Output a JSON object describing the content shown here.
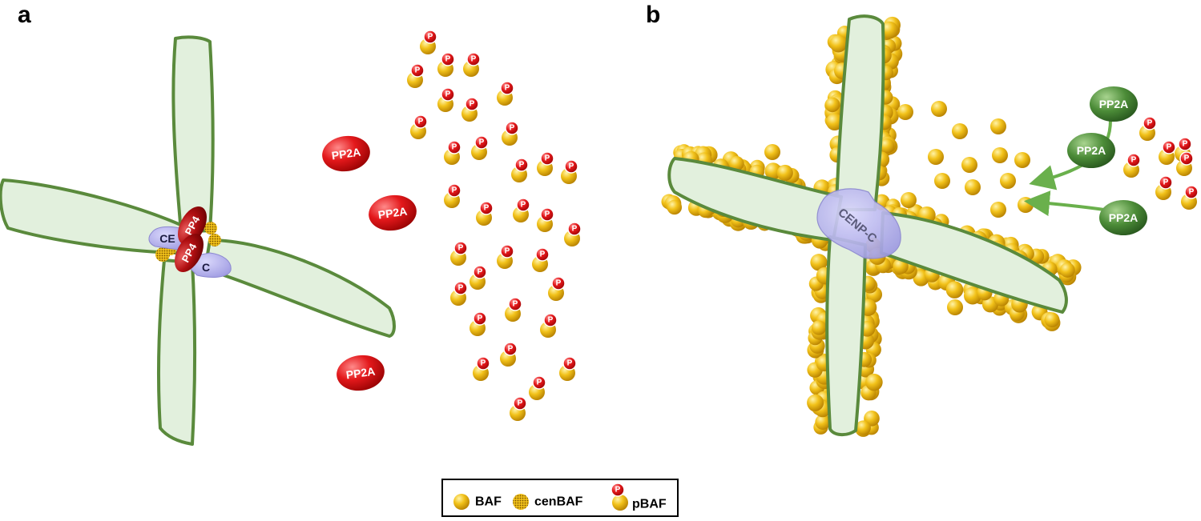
{
  "panels": {
    "a": "a",
    "b": "b"
  },
  "labels": {
    "pp2a": "PP2A",
    "pp4": "PP4",
    "cenp_c": "CENP-C",
    "cenp_fragment_left": "CE",
    "cenp_fragment_right": "C",
    "phospho": "P"
  },
  "legend": {
    "baf": "BAF",
    "cenbaf": "cenBAF",
    "pbaf": "pBAF"
  },
  "colors": {
    "chromosome_fill": "#e2f0dd",
    "chromosome_stroke": "#5a8a3c",
    "baf_bead": "#e8b000",
    "phospho_red": "#e3181b",
    "pp2a_red": "#d61a1a",
    "pp2a_green": "#4a8a3a",
    "cenp_c": "#a9a6e8",
    "arrow_green": "#6ab04c"
  }
}
